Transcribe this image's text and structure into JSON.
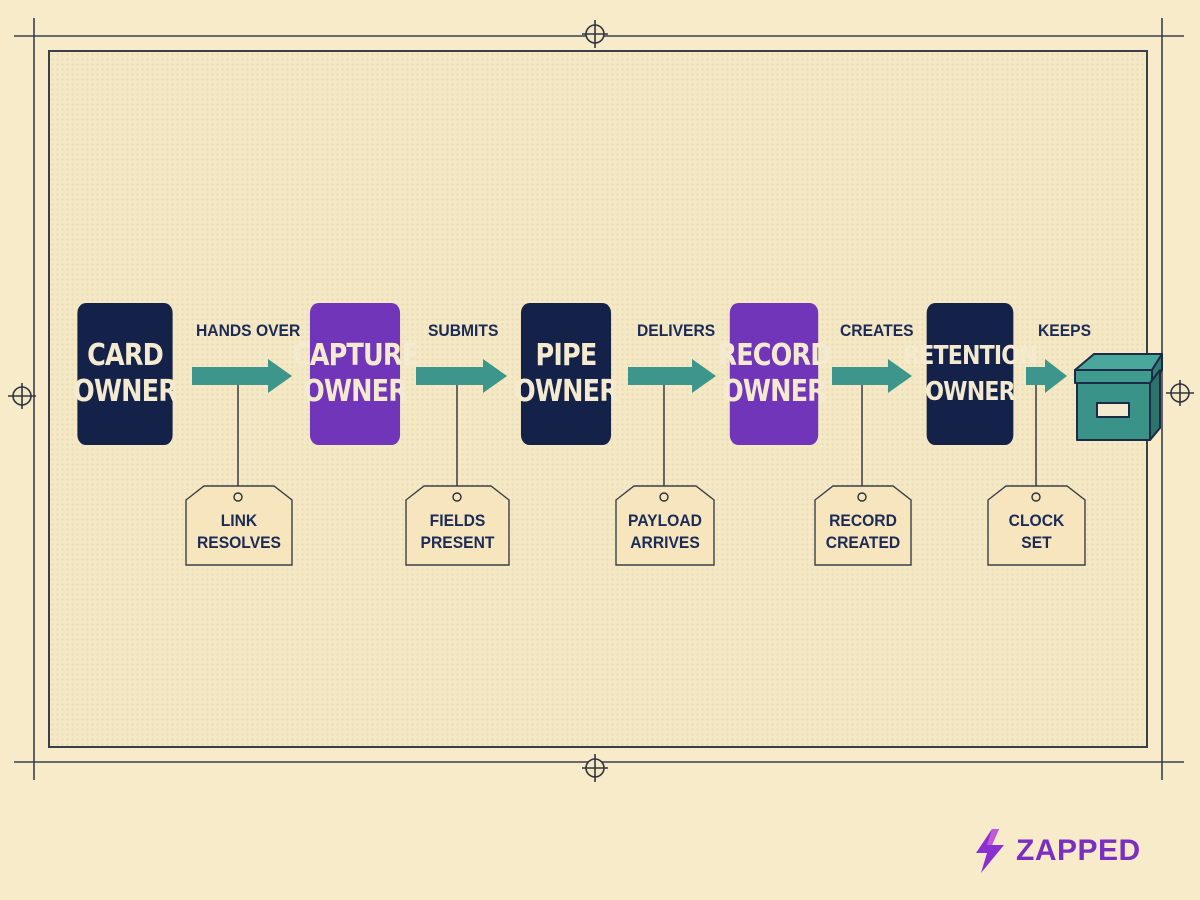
{
  "owners": [
    {
      "line1": "CARD",
      "line2": "OWNER",
      "color": "#14224a"
    },
    {
      "line1": "CAPTURE",
      "line2": "OWNER",
      "color": "#7035b8"
    },
    {
      "line1": "PIPE",
      "line2": "OWNER",
      "color": "#14224a"
    },
    {
      "line1": "RECORD",
      "line2": "OWNER",
      "color": "#7035b8"
    },
    {
      "line1": "RETENTION",
      "line2": "OWNER",
      "color": "#14224a"
    }
  ],
  "verbs": [
    "HANDS OVER",
    "SUBMITS",
    "DELIVERS",
    "CREATES",
    "KEEPS"
  ],
  "checks": [
    {
      "line1": "LINK",
      "line2": "RESOLVES"
    },
    {
      "line1": "FIELDS",
      "line2": "PRESENT"
    },
    {
      "line1": "PAYLOAD",
      "line2": "ARRIVES"
    },
    {
      "line1": "RECORD",
      "line2": "CREATED"
    },
    {
      "line1": "CLOCK",
      "line2": "SET"
    }
  ],
  "end_icon": "archive-box-icon",
  "brand": {
    "name": "ZAPPED",
    "icon": "lightning-bolt-icon",
    "color": "#7a2fc0"
  },
  "colors": {
    "arrow": "#3e958c",
    "navy": "#14224a",
    "purple": "#7035b8",
    "background": "#f7ebc9"
  }
}
